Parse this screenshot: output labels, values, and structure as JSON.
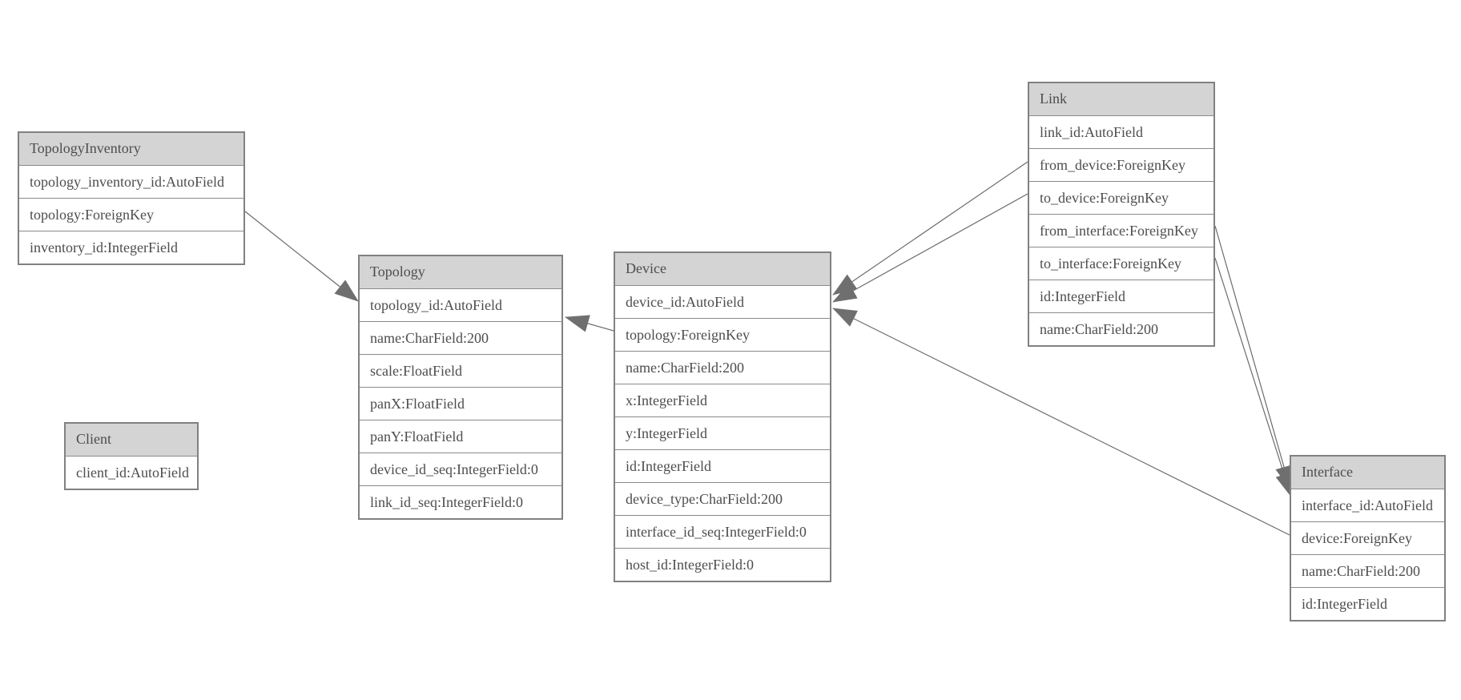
{
  "diagram": {
    "type": "entity-relationship-model",
    "background_color": "#ffffff",
    "header_fill_color": "#d4d4d4",
    "border_color": "#818181",
    "line_color": "#6b6b6b",
    "text_color": "#4d4d4d",
    "tables": [
      {
        "name": "TopologyInventory",
        "fields": [
          "topology_inventory_id:AutoField",
          "topology:ForeignKey",
          "inventory_id:IntegerField"
        ]
      },
      {
        "name": "Topology",
        "fields": [
          "topology_id:AutoField",
          "name:CharField:200",
          "scale:FloatField",
          "panX:FloatField",
          "panY:FloatField",
          "device_id_seq:IntegerField:0",
          "link_id_seq:IntegerField:0"
        ]
      },
      {
        "name": "Client",
        "fields": [
          "client_id:AutoField"
        ]
      },
      {
        "name": "Device",
        "fields": [
          "device_id:AutoField",
          "topology:ForeignKey",
          "name:CharField:200",
          "x:IntegerField",
          "y:IntegerField",
          "id:IntegerField",
          "device_type:CharField:200",
          "interface_id_seq:IntegerField:0",
          "host_id:IntegerField:0"
        ]
      },
      {
        "name": "Link",
        "fields": [
          "link_id:AutoField",
          "from_device:ForeignKey",
          "to_device:ForeignKey",
          "from_interface:ForeignKey",
          "to_interface:ForeignKey",
          "id:IntegerField",
          "name:CharField:200"
        ]
      },
      {
        "name": "Interface",
        "fields": [
          "interface_id:AutoField",
          "device:ForeignKey",
          "name:CharField:200",
          "id:IntegerField"
        ]
      }
    ],
    "relationships": [
      {
        "from": "TopologyInventory.topology",
        "to": "Topology.topology_id"
      },
      {
        "from": "Device.topology",
        "to": "Topology.topology_id"
      },
      {
        "from": "Link.from_device",
        "to": "Device.device_id"
      },
      {
        "from": "Link.to_device",
        "to": "Device.device_id"
      },
      {
        "from": "Interface.device",
        "to": "Device.device_id"
      },
      {
        "from": "Link.from_interface",
        "to": "Interface.interface_id"
      },
      {
        "from": "Link.to_interface",
        "to": "Interface.interface_id"
      }
    ]
  }
}
